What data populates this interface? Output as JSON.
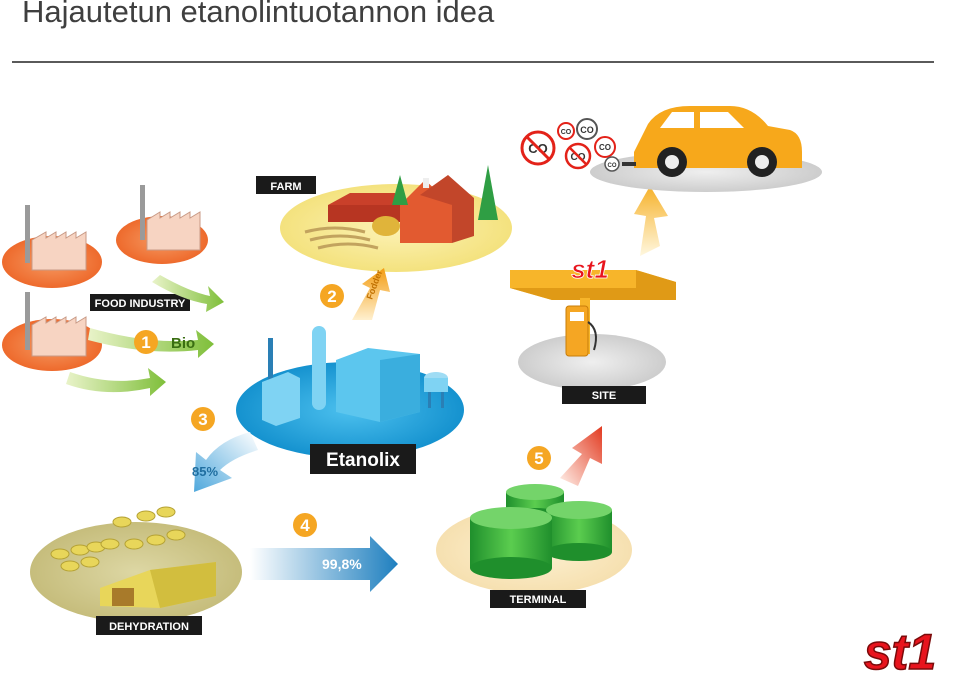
{
  "title": "Hajautetun etanolintuotannon idea",
  "colors": {
    "orange": "#f5a623",
    "green_arrow": "#8ec63f",
    "blue_arrow": "#1e8fc4",
    "red_arrow": "#e0301e",
    "st1_red": "#e8141d",
    "plant_blue": "#2aa7dd",
    "tank_green": "#2ea33a",
    "car_orange": "#f7a81b"
  },
  "nodes": {
    "food_industry": "FOOD INDUSTRY",
    "farm": "FARM",
    "etanolix": "Etanolix",
    "dehydration": "DEHYDRATION",
    "terminal": "TERMINAL",
    "site": "SITE"
  },
  "flows": {
    "step1_number": "1",
    "step1_label": "Bio",
    "step2_number": "2",
    "step2_label": "Fodder",
    "step3_number": "3",
    "step3_label": "85%",
    "step4_number": "4",
    "step4_label": "99,8%",
    "step5_number": "5"
  },
  "emissions": [
    "CO",
    "CO",
    "CO",
    "CO",
    "CO",
    "CO"
  ],
  "brand": {
    "logo_text": "st1",
    "canopy_text": "st1"
  }
}
